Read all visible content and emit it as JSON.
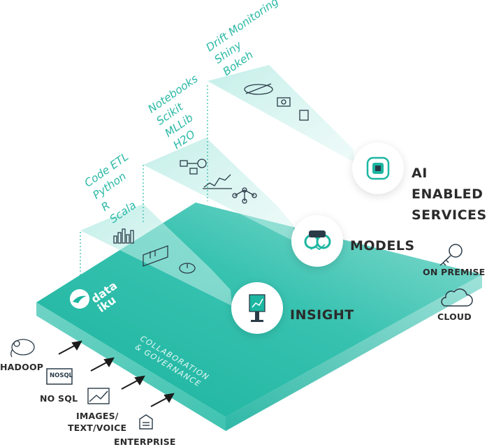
{
  "colors": {
    "teal": "#1cb6a1",
    "teal_light": "#a5e6dd",
    "teal_dark": "#139887",
    "text": "#2b2b2b"
  },
  "brand": {
    "line1": "data",
    "line2": "iku"
  },
  "platform_caption": {
    "line1": "COLLABORATION",
    "line2": "& GOVERNANCE"
  },
  "outputs": {
    "insight": "INSIGHT",
    "models": "MODELS",
    "ai": {
      "line1": "AI",
      "line2": "ENABLED",
      "line3": "SERVICES"
    }
  },
  "tools": {
    "etl": [
      "Code ETL",
      "Python",
      "R",
      "Scala"
    ],
    "ml": [
      "Notebooks",
      "Scikit",
      "MLLib",
      "H2O"
    ],
    "deploy": [
      "Drift Monitoring",
      "Shiny",
      "Bokeh"
    ]
  },
  "deployment": {
    "on_premise": "ON PREMISE",
    "cloud": "CLOUD"
  },
  "sources": {
    "hadoop": "HADOOP",
    "nosql_badge": "NOSQL",
    "nosql": "NO SQL",
    "images": {
      "line1": "IMAGES/",
      "line2": "TEXT/VOICE"
    },
    "enterprise": "ENTERPRISE"
  }
}
